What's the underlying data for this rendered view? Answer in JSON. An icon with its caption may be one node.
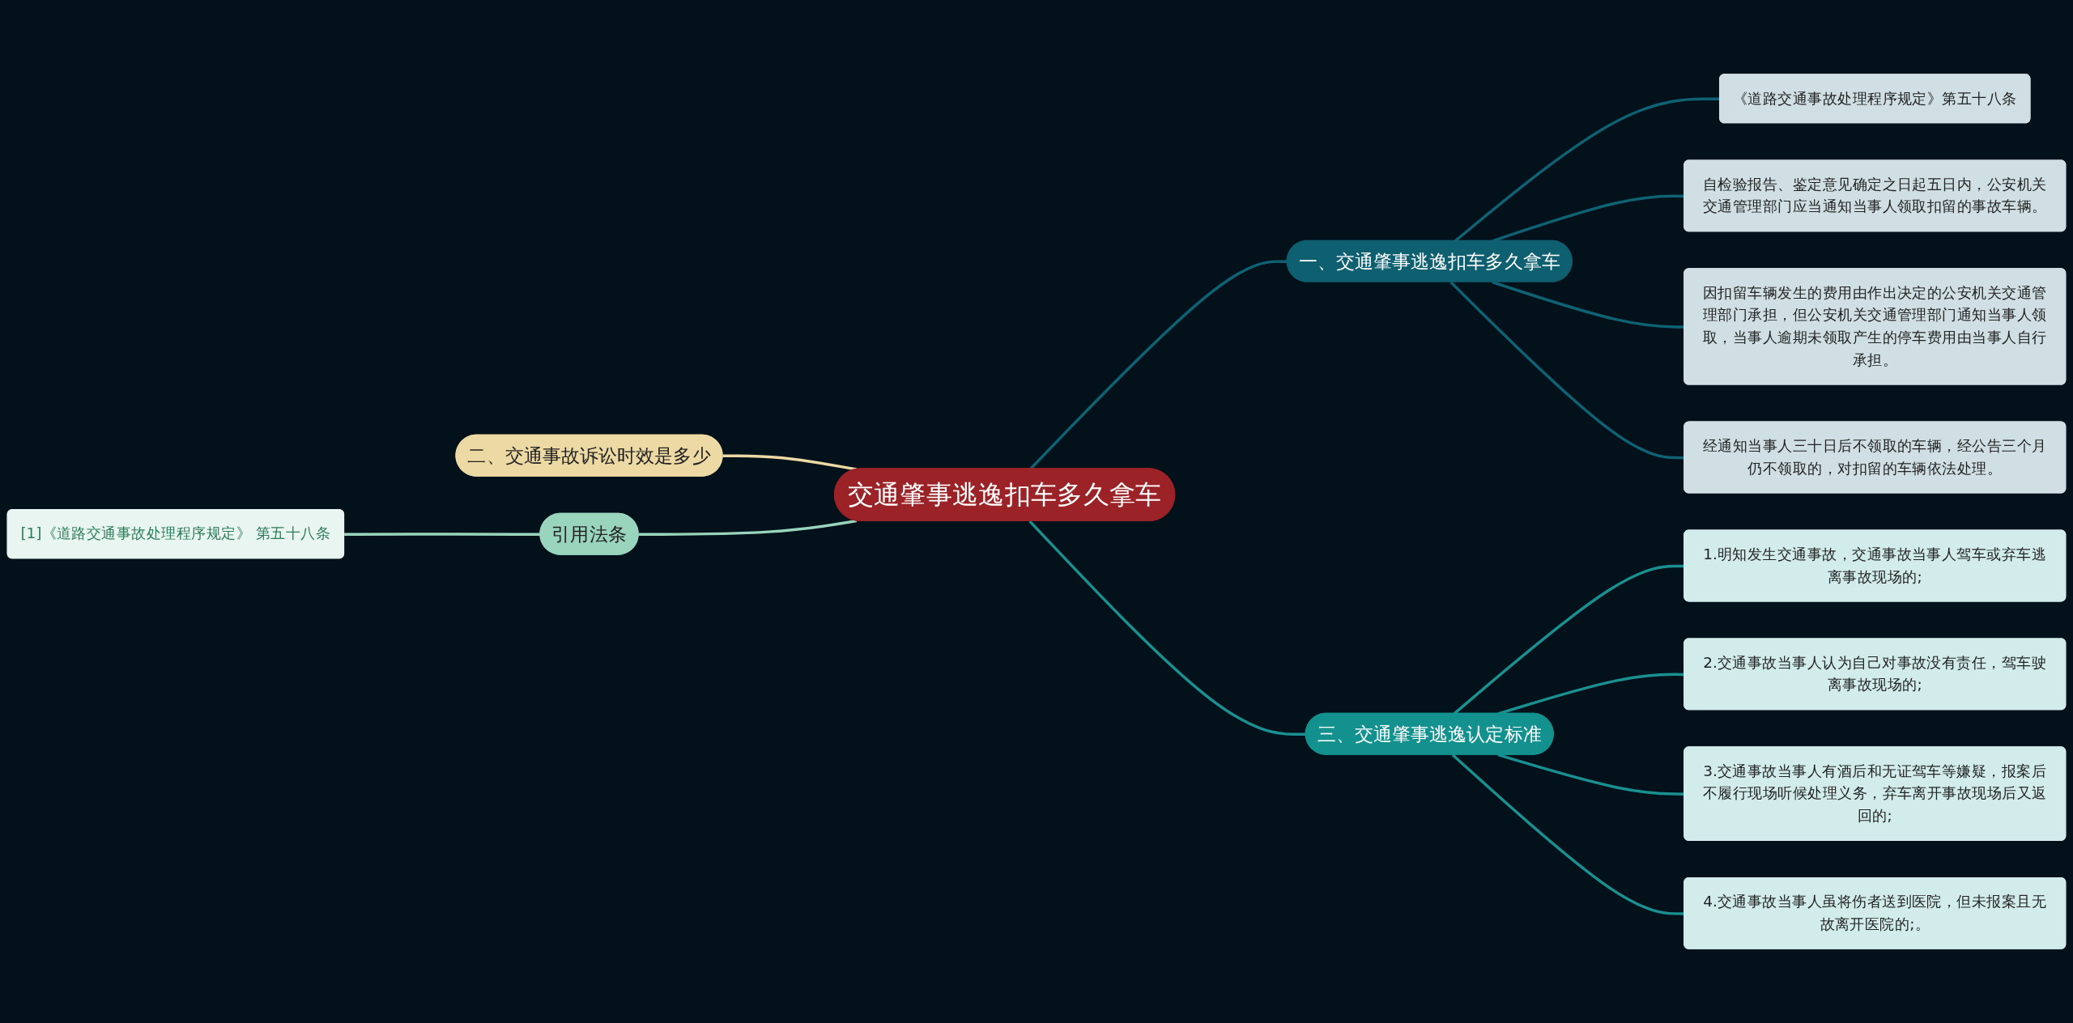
{
  "diagram": {
    "nodes": [
      {
        "text": [
          "交通肇事逃逸扣车多久拿车"
        ]
      },
      {
        "text": [
          "一、交通肇事逃逸扣车多久拿车"
        ]
      },
      {
        "text": [
          "《道路交通事故处理程序规定》第五十八条"
        ]
      },
      {
        "text": [
          "自检验报告、鉴定意见确定之日起五日内，公安机关交通管理部门应当通知当事人领取扣留的事故车辆。"
        ]
      },
      {
        "text": [
          "因扣留车辆发生的费用由作出决定的公安机关交通管理部门承担，但公安机关交通管理部门通知当事人领取，当事人逾期未领取产生的停车费用由当事人自行承担。"
        ]
      },
      {
        "text": [
          "经通知当事人三十日后不领取的车辆，经公告三个月仍不领取的，对扣留的车辆依法处理。"
        ]
      },
      {
        "text": [
          "三、交通肇事逃逸认定标准"
        ]
      },
      {
        "text": [
          "1.明知发生交通事故，交通事故当事人驾车或弃车逃离事故现场的;"
        ]
      },
      {
        "text": [
          "2.交通事故当事人认为自己对事故没有责任，驾车驶离事故现场的;"
        ]
      },
      {
        "text": [
          "3.交通事故当事人有酒后和无证驾车等嫌疑，报案后不履行现场听候处理义务，弃车离开事故现场后又返回的;"
        ]
      },
      {
        "text": [
          "4.交通事故当事人虽将伤者送到医院，但未报案且无故离开医院的;。"
        ]
      },
      {
        "text": [
          "二、交通事故诉讼时效是多少"
        ]
      },
      {
        "text": [
          "引用法条"
        ]
      },
      {
        "text": [
          "[1]《道路交通事故处理程序规定》 第五十八条"
        ]
      }
    ],
    "edges": [
      {
        "from": 0,
        "to": 1,
        "arrow": "none"
      },
      {
        "from": 1,
        "to": 2,
        "arrow": "none"
      },
      {
        "from": 1,
        "to": 3,
        "arrow": "none"
      },
      {
        "from": 1,
        "to": 4,
        "arrow": "none"
      },
      {
        "from": 1,
        "to": 5,
        "arrow": "none"
      },
      {
        "from": 0,
        "to": 6,
        "arrow": "none",
        "color": "#1a9090"
      },
      {
        "from": 6,
        "to": 7,
        "arrow": "none",
        "color": "#1a9090"
      },
      {
        "from": 6,
        "to": 8,
        "arrow": "none",
        "color": "#1a9090"
      },
      {
        "from": 6,
        "to": 9,
        "arrow": "none",
        "color": "#1a9090"
      },
      {
        "from": 6,
        "to": 10,
        "arrow": "none",
        "color": "#1a9090"
      },
      {
        "from": 11,
        "to": 0,
        "arrow": "none",
        "color": "#ecd9a3"
      },
      {
        "from": 12,
        "to": 0,
        "arrow": "none",
        "color": "#99d5bd"
      },
      {
        "from": 13,
        "to": 12,
        "arrow": "none",
        "color": "#99d5bd"
      }
    ]
  }
}
